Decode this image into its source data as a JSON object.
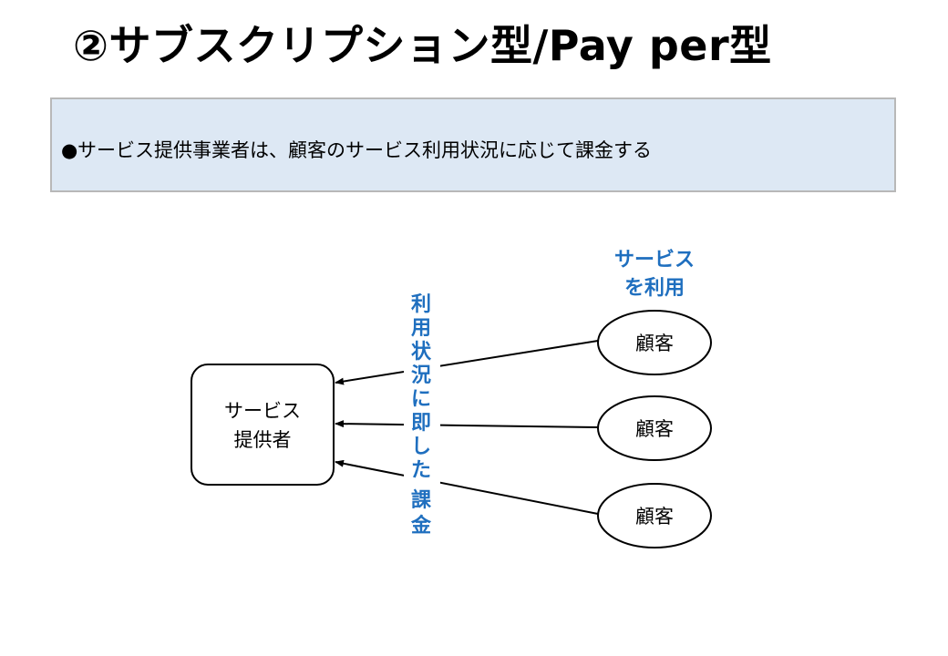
{
  "title": "②サブスクリプション型/Pay per型",
  "bullet": {
    "symbol": "●",
    "text": "サービス提供事業者は、顧客のサービス利用状況に応じて課金する"
  },
  "diagram": {
    "provider": {
      "lines": [
        "サービス",
        "提供者"
      ]
    },
    "customers": [
      {
        "label": "顧客"
      },
      {
        "label": "顧客"
      },
      {
        "label": "顧客"
      }
    ],
    "service_use_label": [
      "サービス",
      "を利用"
    ],
    "billing_label": [
      "利",
      "用",
      "状",
      "況",
      "に",
      "即",
      "し",
      "た",
      "課",
      "金"
    ],
    "accent_color": "#1f6fbf"
  }
}
